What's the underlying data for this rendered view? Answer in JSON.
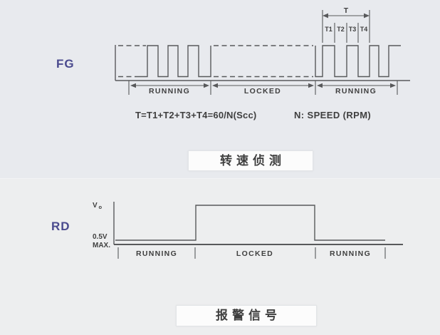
{
  "colors": {
    "bg_top": "#e8eaee",
    "bg_bottom": "#edeeef",
    "line": "#58595b",
    "text_dark": "#3f3f3f",
    "signal": "#4a4a8e",
    "box_bg": "#fcfcfc"
  },
  "fg_diagram": {
    "signal_label": "FG",
    "t_arrow_label": "T",
    "interval_labels": [
      "T1",
      "T2",
      "T3",
      "T4"
    ],
    "sections": [
      "RUNNING",
      "LOCKED",
      "RUNNING"
    ],
    "formula": "T=T1+T2+T3+T4=60/N(Scc)",
    "speed_note": "N: SPEED (RPM)",
    "caption": "转速侦测"
  },
  "rd_diagram": {
    "signal_label": "RD",
    "high_level_label": "V",
    "high_level_sub": "o",
    "low_level_line1": "0.5V",
    "low_level_line2": "MAX.",
    "sections": [
      "RUNNING",
      "LOCKED",
      "RUNNING"
    ],
    "caption": "报警信号"
  }
}
